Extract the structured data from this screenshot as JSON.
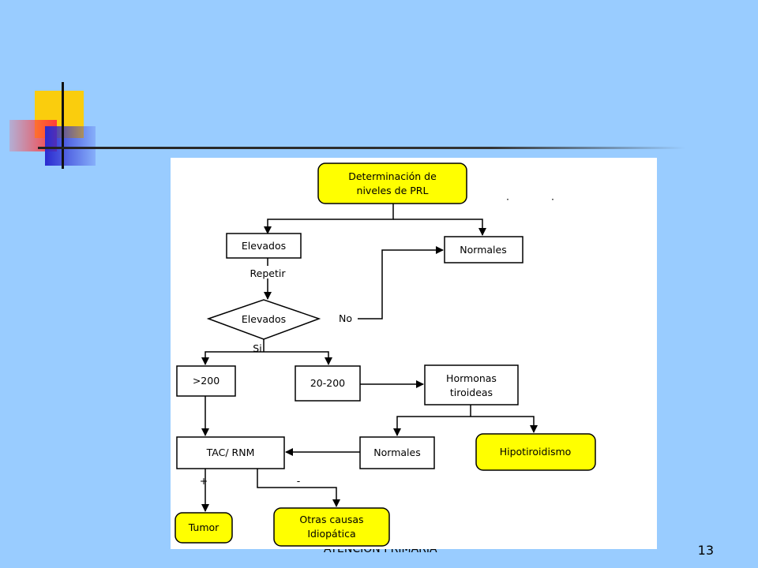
{
  "colors": {
    "background": "#99ccff",
    "highlight_box": "#ffff00",
    "accent_yellow": "#ffcc00",
    "accent_red": "#ff3b3b",
    "accent_blue": "#2a2ad0"
  },
  "flowchart": {
    "start": [
      "Determinación de",
      "niveles de PRL"
    ],
    "elevados": "Elevados",
    "normales_top": "Normales",
    "repetir": "Repetir",
    "decision": "Elevados",
    "no": "No",
    "si": "Si",
    "gt200": ">200",
    "range": "20-200",
    "hormonas": [
      "Hormonas",
      "tiroideas"
    ],
    "tac": "TAC/ RNM",
    "normales_bottom": "Normales",
    "hipotiroidismo": "Hipotiroidismo",
    "plus": "+",
    "minus": "-",
    "tumor": "Tumor",
    "otras": [
      "Otras causas",
      "Idiopática"
    ]
  },
  "footer": {
    "text": "ATENCIÓN PRIMARIA",
    "page": "13"
  }
}
